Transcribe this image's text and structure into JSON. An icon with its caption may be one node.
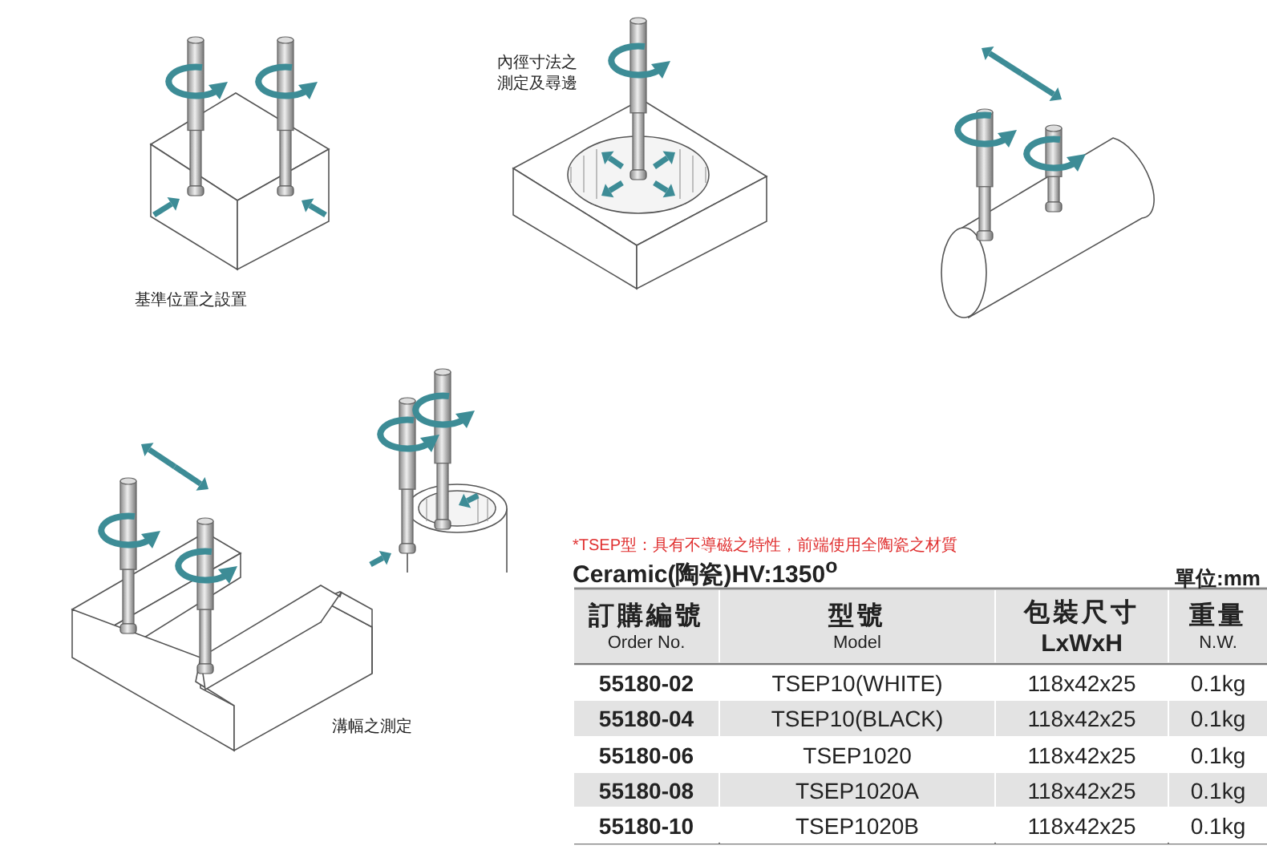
{
  "diagram": {
    "labels": [
      "內徑寸法之測定及尋邊",
      "基準位置之設置",
      "溝幅之測定",
      "*TSEP型：具有不導磁之特性，前端使用全陶瓷之材質",
      "Ceramic(陶瓷)HV:1350$^{o}$",
      "單位:mm",
      "訂購編號",
      "Order No.",
      "型號",
      "Model",
      "包裝尺寸",
      "LxWxH",
      "重量",
      "N.W.",
      "55180-02",
      "TSEP10(WHITE)",
      "118x42x25",
      "0.1kg",
      "55180-04",
      "TSEP10(BLACK)",
      "118x42x25",
      "0.1kg",
      "55180-06",
      "TSEP1020",
      "118x42x25",
      "0.1kg",
      "55180-08",
      "TSEP1020A",
      "118x42x25",
      "0.1kg",
      "55180-10",
      "TSEP1020B",
      "118x42x25",
      "0.1kg"
    ]
  }
}
